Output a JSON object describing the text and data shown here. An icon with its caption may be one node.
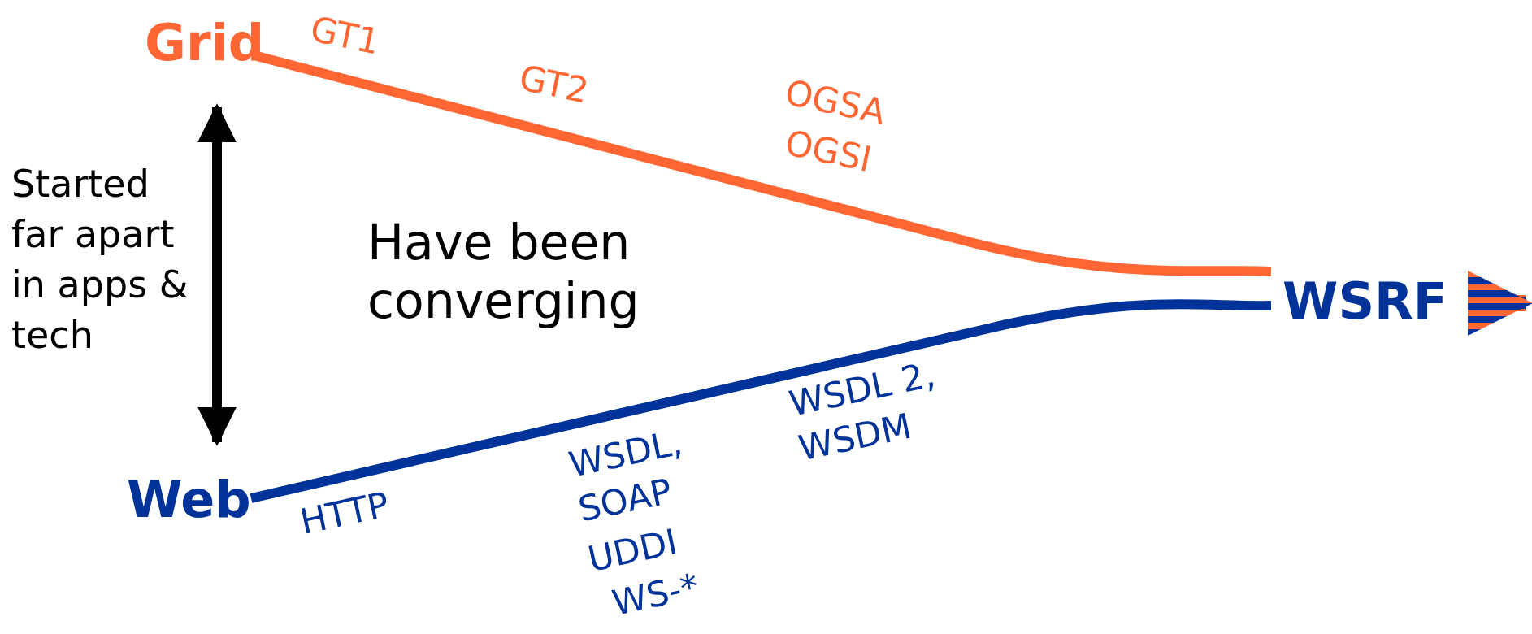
{
  "diagram": {
    "nodes": [
      {
        "text": [
          "Grid"
        ]
      },
      {
        "text": [
          "Web"
        ]
      },
      {
        "text": [
          "WSRF"
        ]
      }
    ],
    "edges": [
      {
        "from": 0,
        "to": 2,
        "arrow": "none",
        "color": "#ff6633"
      },
      {
        "from": 1,
        "to": 2,
        "arrow": "none",
        "color": "#003399"
      },
      {
        "from": 0,
        "to": 1,
        "arrow": "both",
        "color": "#000000"
      },
      {
        "from": 2,
        "to": null,
        "arrow": "to",
        "style": "thick"
      }
    ],
    "labels": [
      "GT1",
      "GT2",
      "OGSA",
      "OGSI",
      "Started far apart in apps & tech",
      "Have been converging",
      "WSDL 2, WSDM",
      "WSDL, SOAP",
      "UDDI",
      "WS-*",
      "HTTP"
    ]
  }
}
